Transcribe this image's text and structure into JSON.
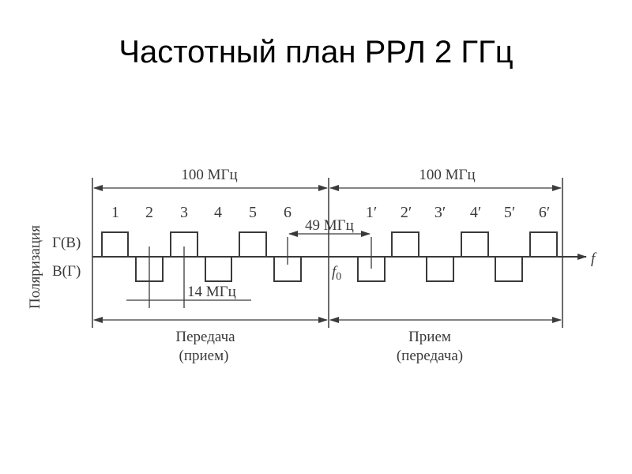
{
  "title": "Частотный план РРЛ 2 ГГц",
  "diagram": {
    "span_left_label": "100 МГц",
    "span_right_label": "100 МГц",
    "tx_channels": [
      "1",
      "2",
      "3",
      "4",
      "5",
      "6"
    ],
    "rx_channels": [
      "1′",
      "2′",
      "3′",
      "4′",
      "5′",
      "6′"
    ],
    "axis_label": "Поляризация",
    "polarization_top": "Г(В)",
    "polarization_bottom": "В(Г)",
    "freq_axis": "f",
    "center_freq": "f",
    "center_freq_sub": "0",
    "gap_label": "49 МГц",
    "spacing_label": "14 МГц",
    "left_band_line1": "Передача",
    "left_band_line2": "(прием)",
    "right_band_line1": "Прием",
    "right_band_line2": "(передача)",
    "line_color": "#3a3a3a"
  }
}
